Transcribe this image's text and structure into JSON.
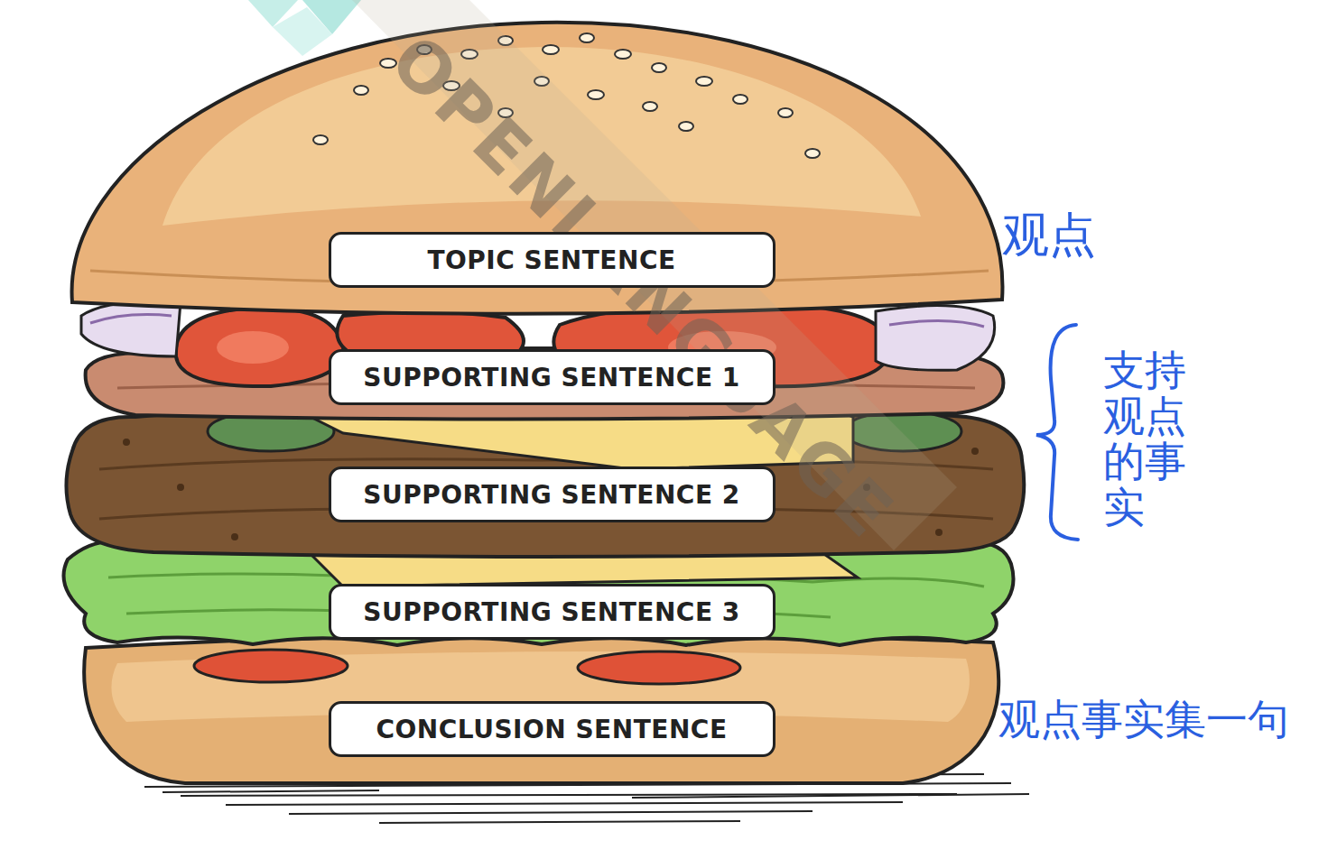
{
  "diagram": {
    "nodes": [
      {
        "text": [
          "TOPIC SENTENCE"
        ]
      },
      {
        "text": [
          "SUPPORTING SENTENCE 1"
        ]
      },
      {
        "text": [
          "SUPPORTING SENTENCE 2"
        ]
      },
      {
        "text": [
          "SUPPORTING SENTENCE 3"
        ]
      },
      {
        "text": [
          "CONCLUSION SENTENCE"
        ]
      }
    ],
    "labels": [
      "观点",
      "支持观点的事实",
      "观点事实集一句",
      "OPENLANGUAGE"
    ]
  }
}
